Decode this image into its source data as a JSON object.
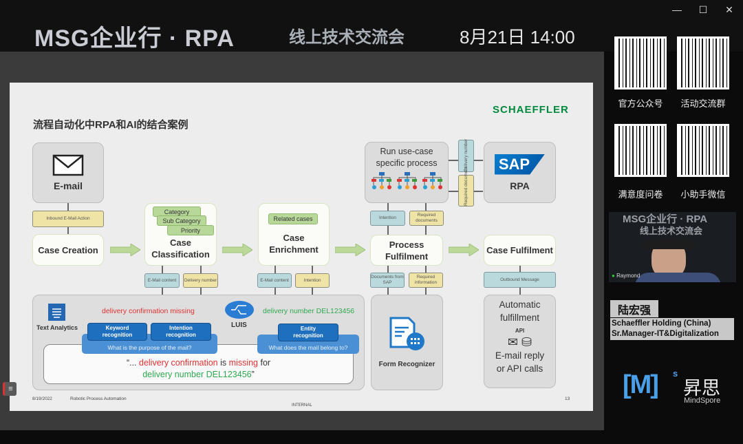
{
  "banner": {
    "title": "MSG企业行 · RPA",
    "subtitle": "线上技术交流会",
    "datetime": "8月21日 14:00"
  },
  "window_controls": {
    "minimize": "—",
    "maximize": "☐",
    "close": "✕"
  },
  "slide": {
    "title": "流程自动化中RPA和AI的结合案例",
    "brand": "SCHAEFFLER",
    "email_box": {
      "label": "E-mail"
    },
    "inbound": "Inbound E-Mail Action",
    "case_creation": "Case Creation",
    "case_classification": {
      "label": "Case Classification",
      "tags": [
        "Category",
        "Sub Category",
        "Priority"
      ]
    },
    "case_enrichment": {
      "label": "Case Enrichment",
      "tag": "Related cases"
    },
    "run_process": "Run use-case specific process",
    "delivery_number_v": "Delivery number",
    "required_document_v": "Required document",
    "sap": {
      "logo": "SAP",
      "label": "RPA"
    },
    "intention_up": "Intention",
    "required_documents": "Required documents",
    "process_fulfilment": "Process Fulfilment",
    "case_fulfilment": "Case Fulfilment",
    "cc_email": "E-Mail content",
    "cc_delivery": "Delivery number",
    "ce_email": "E-Mail content",
    "ce_intention": "Intention",
    "docs_from_sap": "Documents from SAP",
    "required_information": "Required information",
    "outbound": "Outbound Message",
    "analytics": {
      "text_analytics": "Text Analytics",
      "missing": "delivery confirmation missing",
      "luis": "LUIS",
      "delivery_num": "delivery number DEL123456",
      "keyword": "Keyword recognition",
      "intention": "Intention recognition",
      "purpose": "What is the purpose of the mail?",
      "entity": "Entity recognition",
      "belong": "What does the mail belong to?",
      "quote": {
        "q1": "“... ",
        "red1": "delivery confirmation",
        "mid": " is ",
        "red2": "missing",
        "end": " for",
        "green": "delivery number DEL123456",
        "close": "”"
      }
    },
    "form_recognizer": "Form Recognizer",
    "automatic": {
      "title": "Automatic fulfillment",
      "api": "API",
      "reply": "E-mail reply or API calls"
    },
    "footer": {
      "date": "8/19/2022",
      "name": "Robotic Process Automation",
      "classification": "INTERNAL",
      "page": "13"
    },
    "colors": {
      "red": "#e03131",
      "green": "#2fa84f",
      "brand": "#00893d"
    }
  },
  "sidebar": {
    "qr_labels": [
      "官方公众号",
      "活动交流群",
      "满意度问卷",
      "小助手微信"
    ],
    "video": {
      "participant": "Raymond",
      "bg_title": "MSG企业行 · RPA",
      "bg_sub": "线上技术交流会"
    },
    "speaker": {
      "name": "陆宏强",
      "company": "Schaeffler Holding (China)",
      "role": "Sr.Manager-IT&Digitalization"
    },
    "logo": {
      "mark": "[M]",
      "sup": "s",
      "cn": "昇思",
      "en": "MindSpore"
    }
  }
}
